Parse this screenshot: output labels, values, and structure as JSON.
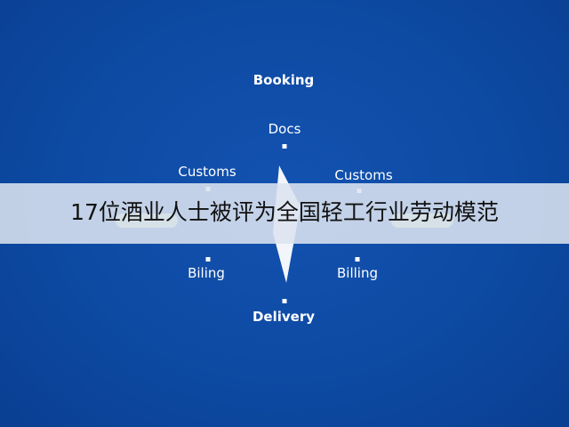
{
  "diagram": {
    "top_node": "Booking",
    "docs_node": "Docs",
    "left_customs": "Customs",
    "right_customs": "Customs",
    "left_billing": "Biling",
    "right_billing": "Billing",
    "bottom_node": "Delivery"
  },
  "caption": {
    "text": "17位酒业人士被评为全国轻工行业劳动模范"
  },
  "colors": {
    "background": "#0d4aa3",
    "text": "#ffffff",
    "banner": "#dce4f0",
    "caption_text": "#111111",
    "accent_pill": "#cfe8a8"
  }
}
